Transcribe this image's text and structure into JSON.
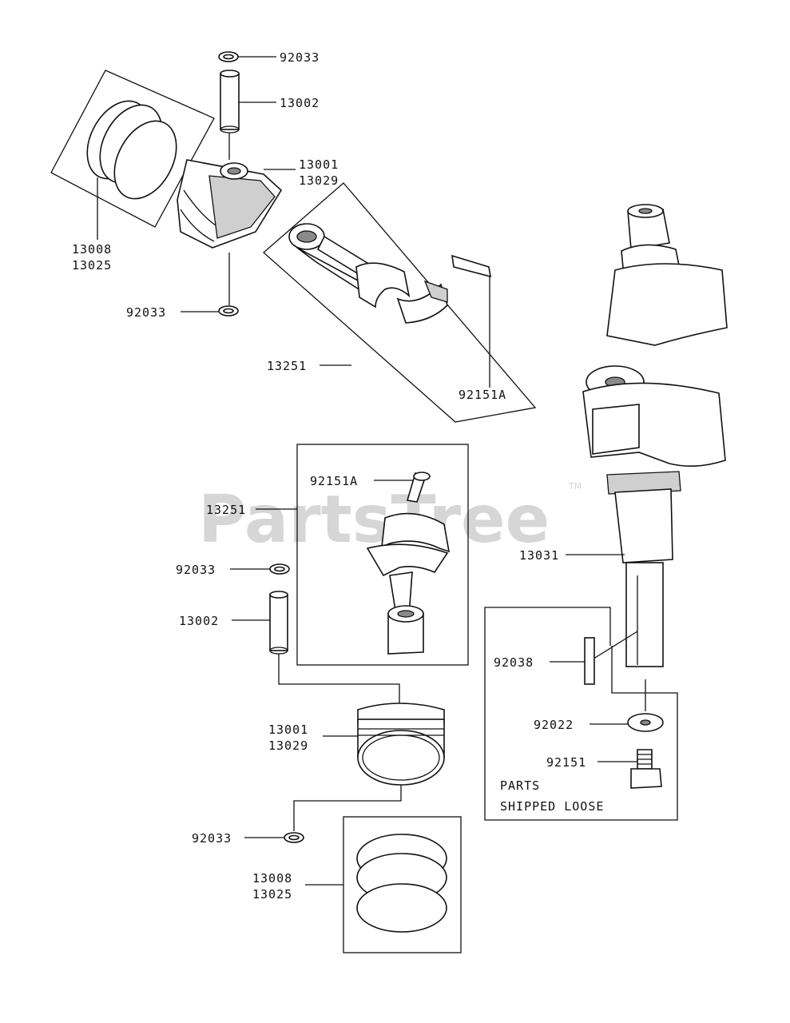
{
  "diagram": {
    "watermark": "PartsTree",
    "watermark_tm": "TM",
    "labels": {
      "top_clip_upper": "92033",
      "top_pin": "13002",
      "top_piston_a": "13001",
      "top_piston_b": "13029",
      "top_rings_a": "13008",
      "top_rings_b": "13025",
      "top_clip_lower": "92033",
      "top_rod": "13251",
      "top_rod_bolt": "92151A",
      "mid_rod_bolt": "92151A",
      "mid_rod": "13251",
      "mid_clip": "92033",
      "mid_pin": "13002",
      "bottom_piston_a": "13001",
      "bottom_piston_b": "13029",
      "bottom_clip": "92033",
      "bottom_rings_a": "13008",
      "bottom_rings_b": "13025",
      "crankshaft": "13031",
      "key": "92038",
      "washer": "92022",
      "bolt": "92151",
      "loose_line1": "PARTS",
      "loose_line2": "SHIPPED LOOSE"
    }
  }
}
